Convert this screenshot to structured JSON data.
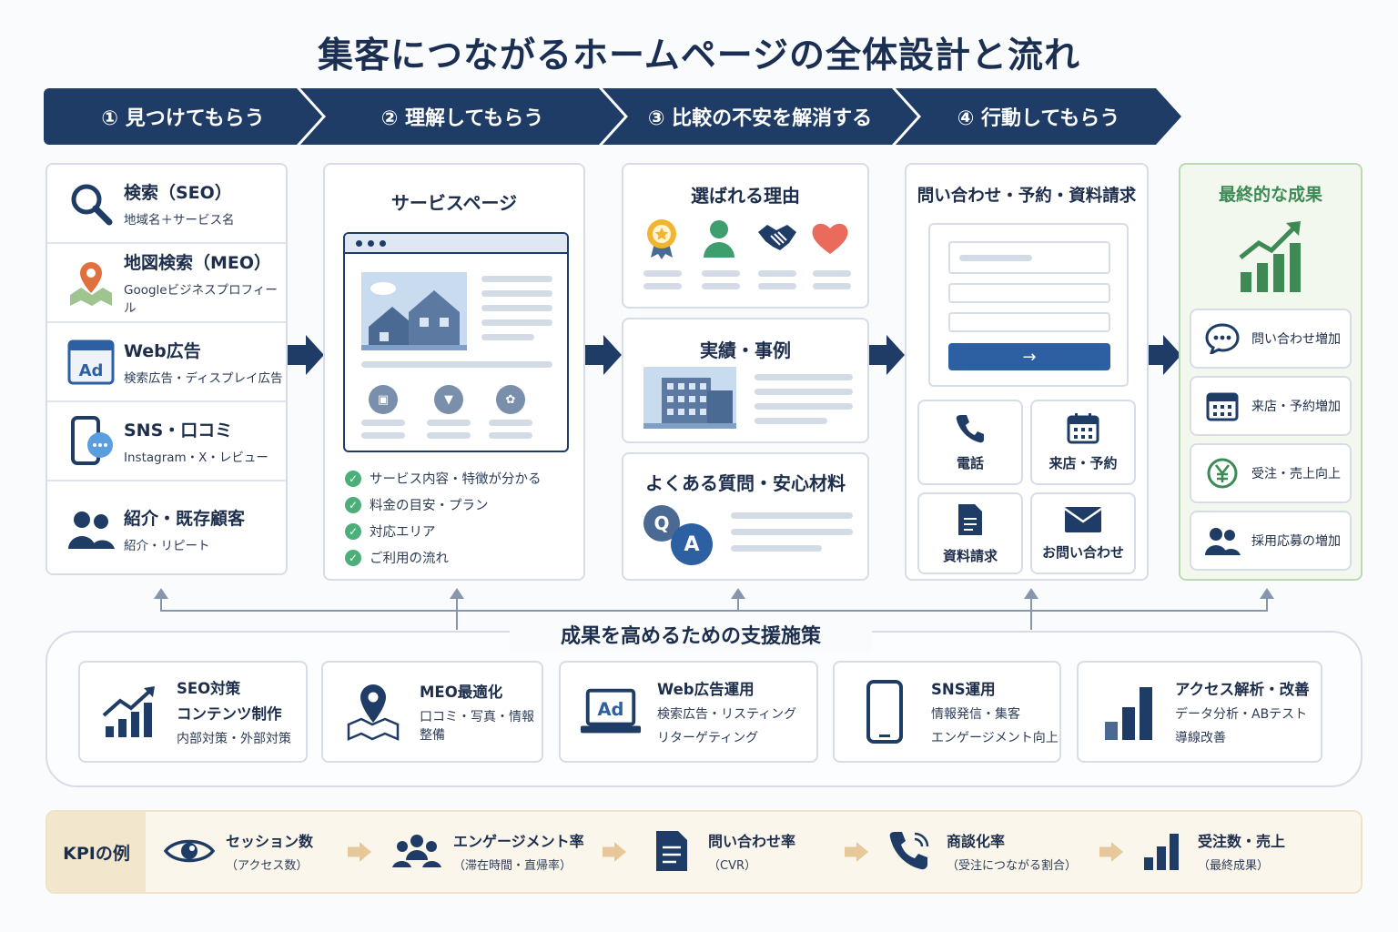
{
  "title": "集客につながるホームページの全体設計と流れ",
  "steps": [
    {
      "label": "① 見つけてもらう"
    },
    {
      "label": "② 理解してもらう"
    },
    {
      "label": "③ 比較の不安を解消する"
    },
    {
      "label": "④ 行動してもらう"
    }
  ],
  "sources": [
    {
      "title": "検索（SEO）",
      "sub": "地域名＋サービス名",
      "icon": "search-icon"
    },
    {
      "title": "地図検索（MEO）",
      "sub": "Googleビジネスプロフィール",
      "icon": "map-pin-icon"
    },
    {
      "title": "Web広告",
      "sub": "検索広告・ディスプレイ広告",
      "icon": "ad-window-icon"
    },
    {
      "title": "SNS・口コミ",
      "sub": "Instagram・X・レビュー",
      "icon": "smartphone-chat-icon"
    },
    {
      "title": "紹介・既存顧客",
      "sub": "紹介・リピート",
      "icon": "users-icon"
    }
  ],
  "service": {
    "title": "サービスページ",
    "checks": [
      "サービス内容・特徴が分かる",
      "料金の目安・プラン",
      "対応エリア",
      "ご利用の流れ"
    ]
  },
  "trust": {
    "reasons_title": "選ばれる理由",
    "cases_title": "実績・事例",
    "faq_title": "よくある質問・安心材料",
    "faq_q": "Q",
    "faq_a": "A"
  },
  "action": {
    "title": "問い合わせ・予約・資料請求",
    "submit_arrow": "→",
    "channels": [
      "電話",
      "来店・予約",
      "資料請求",
      "お問い合わせ"
    ]
  },
  "results": {
    "title": "最終的な成果",
    "items": [
      "問い合わせ増加",
      "来店・予約増加",
      "受注・売上向上",
      "採用応募の増加"
    ]
  },
  "support": {
    "title": "成果を高めるための支援施策",
    "items": [
      {
        "l1": "SEO対策",
        "l2": "コンテンツ制作",
        "l3": "内部対策・外部対策"
      },
      {
        "l1": "MEO最適化",
        "l2": "口コミ・写真・情報整備",
        "l3": ""
      },
      {
        "l1": "Web広告運用",
        "l2": "検索広告・リスティング",
        "l3": "リターゲティング"
      },
      {
        "l1": "SNS運用",
        "l2": "情報発信・集客",
        "l3": "エンゲージメント向上"
      },
      {
        "l1": "アクセス解析・改善",
        "l2": "データ分析・ABテスト",
        "l3": "導線改善"
      }
    ]
  },
  "kpi": {
    "label": "KPIの例",
    "items": [
      {
        "k1": "セッション数",
        "k2": "（アクセス数）"
      },
      {
        "k1": "エンゲージメント率",
        "k2": "（滞在時間・直帰率）"
      },
      {
        "k1": "問い合わせ率",
        "k2": "（CVR）"
      },
      {
        "k1": "商談化率",
        "k2": "（受注につながる割合）"
      },
      {
        "k1": "受注数・売上",
        "k2": "（最終成果）"
      }
    ]
  },
  "colors": {
    "navy": "#1f3c66",
    "green": "#3d8a55",
    "blue": "#2d5fa3",
    "beige": "#f7efe0"
  }
}
